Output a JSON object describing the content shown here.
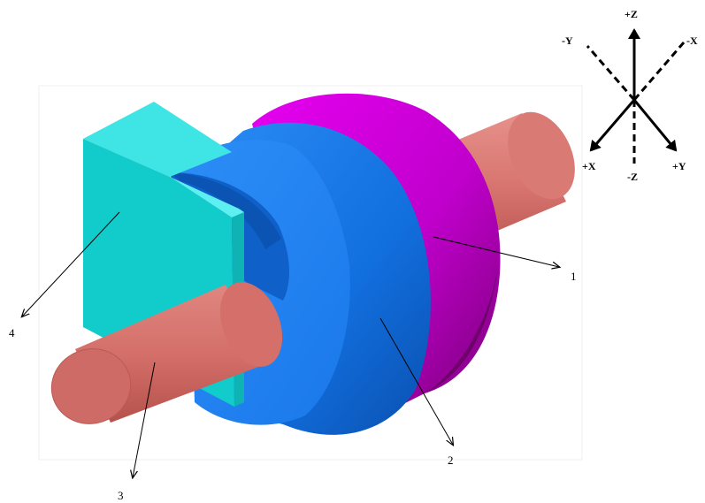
{
  "labels": {
    "part1": "1",
    "part2": "2",
    "part3": "3",
    "part4": "4"
  },
  "axes": {
    "pz": "+Z",
    "nz": "-Z",
    "px": "+X",
    "nx": "-X",
    "py": "+Y",
    "ny": "-Y"
  },
  "colors": {
    "shaft": "#d87570",
    "shaft_end": "#cf6b66",
    "disk_blue": "#1e7ef0",
    "disk_blue_dark": "#0a5fcf",
    "disk_magenta": "#d400e0",
    "disk_magenta_dark": "#93008f",
    "bracket": "#12cbcb",
    "bracket_light": "#3fe4e4"
  }
}
